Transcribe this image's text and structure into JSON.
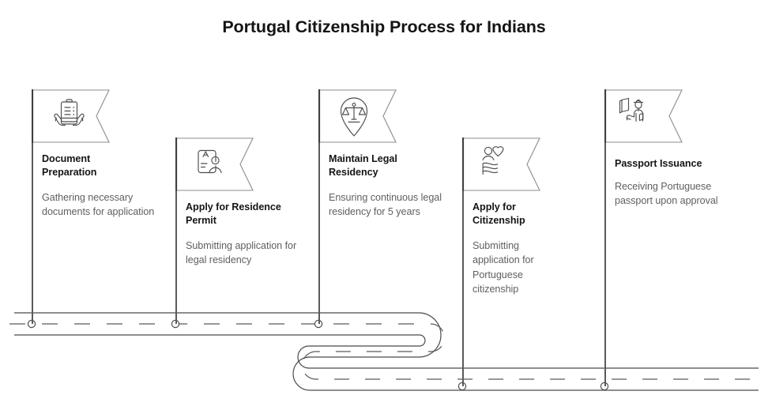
{
  "header": {
    "title": "Portugal Citizenship Process for Indians"
  },
  "colors": {
    "title_text": "#141414",
    "milestone_title_text": "#151515",
    "milestone_desc_text": "#5f6062",
    "road_edge": "#4a4a4a",
    "road_dash": "#5a5a5a",
    "pole": "#5a5a5a",
    "banner_outline": "#8c8c8c",
    "banner_pole_edge": "#3d3d3d",
    "node_fill": "#ffffff",
    "node_stroke": "#4a4a4a",
    "background": "#ffffff"
  },
  "timeline": {
    "road_style": "serpentine-dashed-road",
    "node_shape": "circle",
    "milestones": [
      {
        "index": 1,
        "title": "Document Preparation",
        "description": "Gathering necessary documents for application",
        "icon": "hands-holding-clipboard-icon",
        "row": 1
      },
      {
        "index": 2,
        "title": "Apply for Residence Permit",
        "description": "Submitting application for legal residency",
        "icon": "id-card-person-icon",
        "row": 1
      },
      {
        "index": 3,
        "title": "Maintain Legal Residency",
        "description": "Ensuring continuous legal residency for 5 years",
        "icon": "justice-scales-pin-icon",
        "row": 1
      },
      {
        "index": 4,
        "title": "Apply for Citizenship",
        "description": "Submitting application for Portuguese citizenship",
        "icon": "person-heart-flag-icon",
        "row": 3
      },
      {
        "index": 5,
        "title": "Passport Issuance",
        "description": "Receiving Portuguese passport upon approval",
        "icon": "officer-passport-icon",
        "row": 3
      }
    ]
  }
}
